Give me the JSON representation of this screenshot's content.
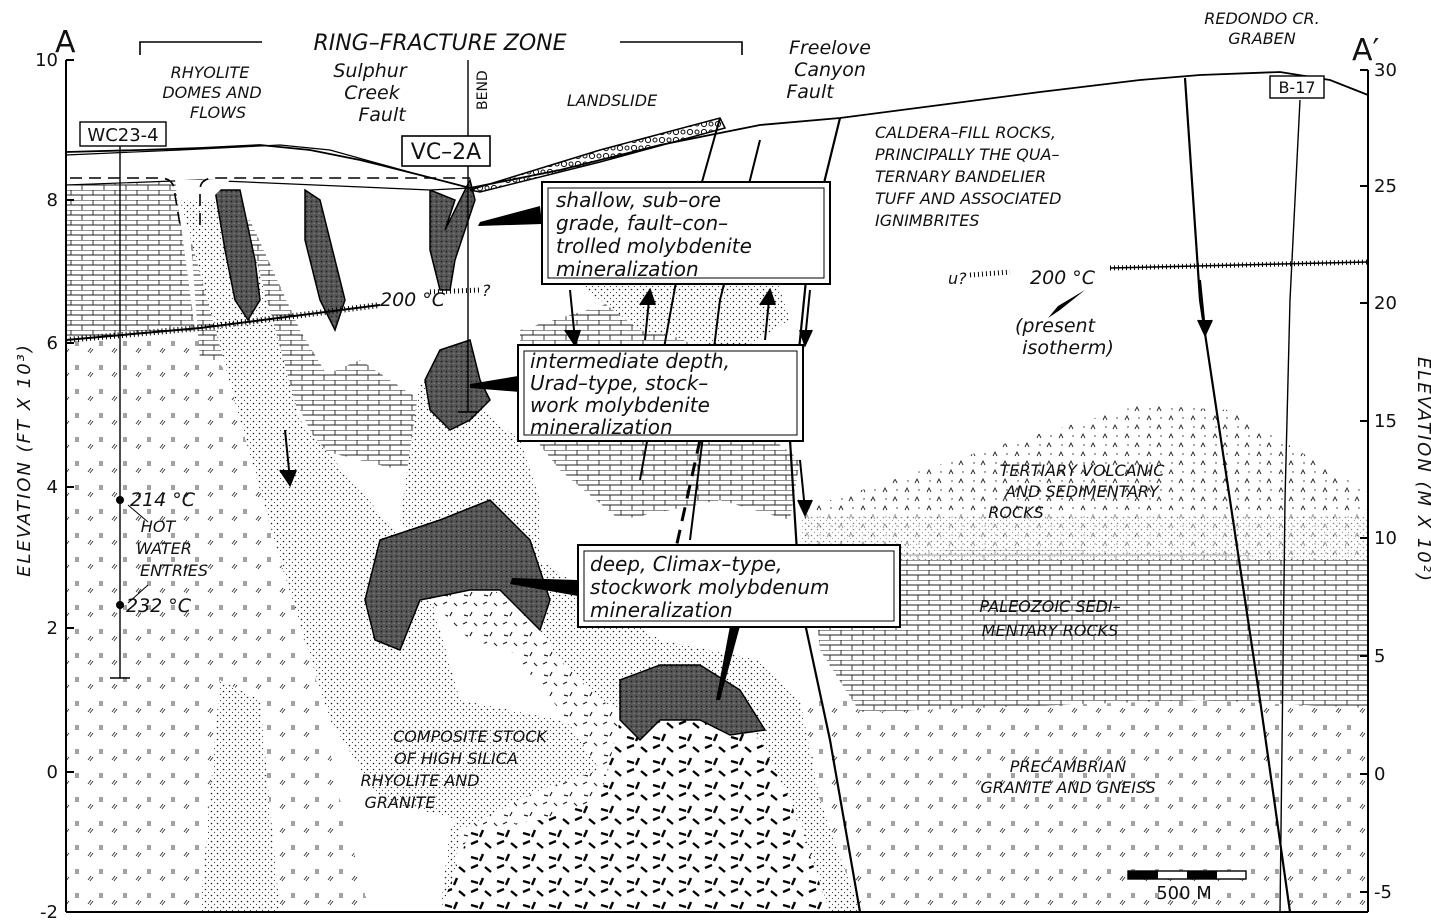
{
  "section": {
    "end_left": "A",
    "end_right": "A′",
    "ring_fracture_zone": "RING–FRACTURE ZONE"
  },
  "axes": {
    "left_label": "ELEVATION  (FT X 10³)",
    "right_label": "ELEVATION  (M X 10²)",
    "left_ticks": [
      "10",
      "8",
      "6",
      "4",
      "2",
      "0",
      "-2"
    ],
    "right_ticks": [
      "30",
      "25",
      "20",
      "15",
      "10",
      "5",
      "0",
      "-5"
    ]
  },
  "wells": {
    "wc23": "WC23-4",
    "vc2a": "VC–2A",
    "b17": "B-17",
    "bend": "BEND"
  },
  "labels": {
    "rhyolite": [
      "RHYOLITE",
      "DOMES AND",
      "FLOWS"
    ],
    "sulphur": [
      "Sulphur",
      "Creek",
      "Fault"
    ],
    "landslide": "LANDSLIDE",
    "freelove": [
      "Freelove",
      "Canyon",
      "Fault"
    ],
    "redondo": [
      "REDONDO  CR.",
      "GRABEN"
    ],
    "caldera_fill": [
      "CALDERA–FILL ROCKS,",
      "PRINCIPALLY THE QUA–",
      "TERNARY BANDELIER",
      "TUFF AND ASSOCIATED",
      "IGNIMBRITES"
    ],
    "isotherm_left": "200 °C",
    "isotherm_right": "200 °C",
    "q_left": "?",
    "q_right": "u?",
    "present_isotherm": [
      "(present",
      "isotherm)"
    ],
    "tertiary": [
      "TERTIARY  VOLCANIC",
      "AND  SEDIMENTARY",
      "ROCKS"
    ],
    "paleozoic": [
      "PALEOZOIC  SEDI–",
      "MENTARY ROCKS"
    ],
    "precambrian": [
      "PRECAMBRIAN",
      "GRANITE AND GNEISS"
    ],
    "composite": [
      "COMPOSITE  STOCK",
      "OF HIGH SILICA",
      "RHYOLITE  AND",
      "GRANITE"
    ],
    "temp1": "214 °C",
    "temp2": "232 °C",
    "hot_water": [
      "HOT",
      "WATER",
      "ENTRIES"
    ],
    "scale": "500 M"
  },
  "callouts": {
    "shallow": [
      "shallow,  sub–ore",
      "grade,  fault–con–",
      "trolled molybdenite",
      "mineralization"
    ],
    "intermediate": [
      "intermediate depth,",
      "Urad–type,  stock–",
      "work molybdenite",
      "mineralization"
    ],
    "deep": [
      "deep,  Climax–type,",
      "stockwork molybdenum",
      "mineralization"
    ]
  }
}
